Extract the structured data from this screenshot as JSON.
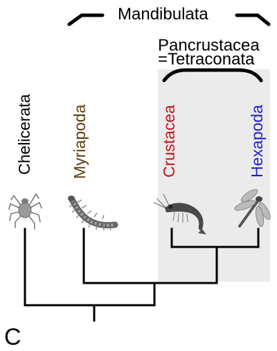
{
  "panel_letter": "C",
  "clades": {
    "mandibulata": "Mandibulata",
    "pancrustacea_line1": "Pancrustacea",
    "pancrustacea_line2": "=Tetraconata"
  },
  "taxa": [
    {
      "name": "Chelicerata",
      "color": "#000000",
      "icon": "spider-mite-icon"
    },
    {
      "name": "Myriapoda",
      "color": "#5c3d0a",
      "icon": "centipede-icon"
    },
    {
      "name": "Crustacea",
      "color": "#c0141c",
      "icon": "shrimp-icon"
    },
    {
      "name": "Hexapoda",
      "color": "#2020d0",
      "icon": "dragonfly-icon"
    }
  ],
  "highlight_color": "#ebebeb"
}
